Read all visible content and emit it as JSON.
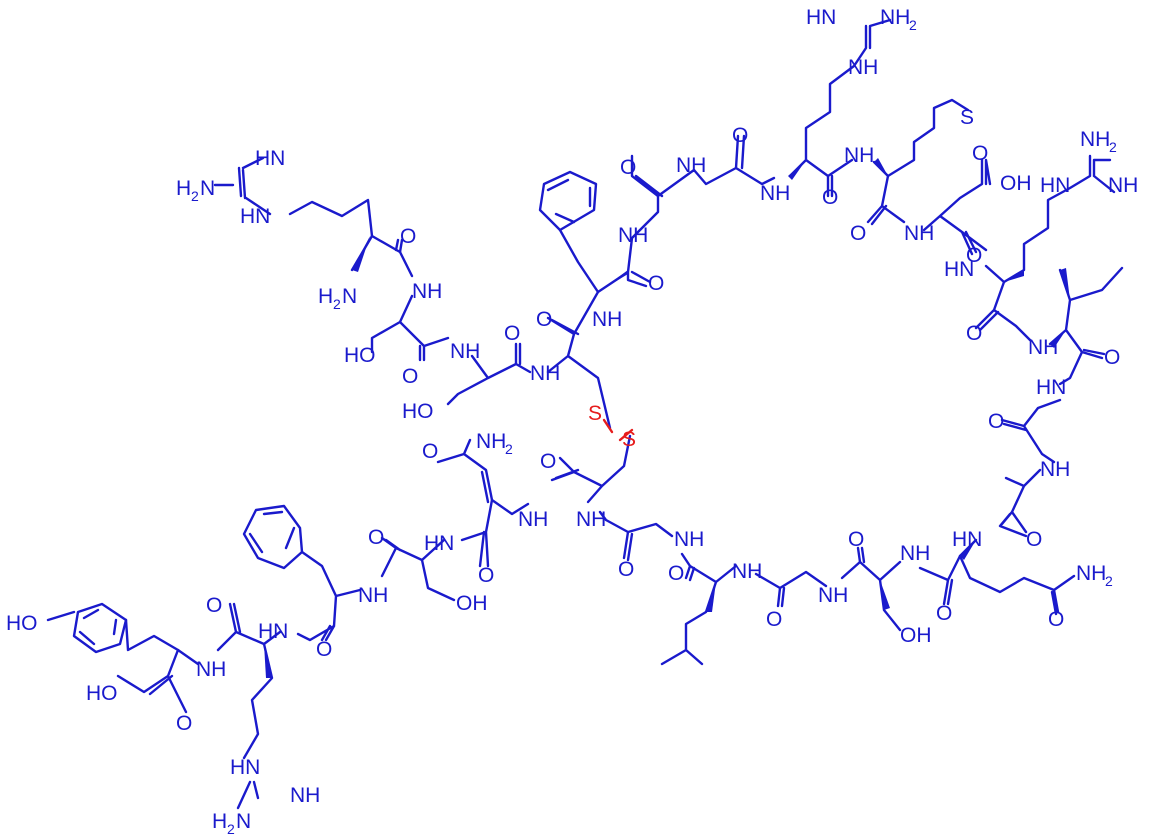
{
  "colors": {
    "bond": "#1a1acc",
    "atom_label": "#1a1acc",
    "sulfur_bridge": "#e61c1c",
    "background": "#ffffff"
  },
  "atoms": {
    "guan1_nh": "HN",
    "guan1_nh2_h": "H",
    "guan1_nh2_n": "N",
    "guan1_nh2_sub": "2",
    "guan1_nh_mid": "HN",
    "guan1_arg_nh2": "H",
    "guan1_arg_nh2_n": "N",
    "guan1_arg_nh2_sub": "2",
    "nterm_amine": "H",
    "nterm_amine_n": "N",
    "nterm_amine_sub": "2",
    "arg1_carbonyl_o": "O",
    "ser1_nh": "NH",
    "ser1_oh": "HO",
    "ser1_carbonyl_o": "O",
    "ser2_nh": "NH",
    "ser2_oh": "HO",
    "ser2_carbonyl_o": "O",
    "cys1_nh": "NH",
    "cys1_carbonyl_o": "O",
    "phe1_nh": "NH",
    "phe1_carbonyl_o": "O",
    "gly1_nh": "NH",
    "gly1_carbonyl_o": "O",
    "gly2_nh": "NH",
    "gly2_carbonyl_o": "O",
    "arg2_nh": "NH",
    "arg2_guan_nh": "HN",
    "arg2_guan_nh2": "NH",
    "arg2_guan_nh2_sub": "2",
    "arg2_side_nh": "NH",
    "arg2_carbonyl_o": "O",
    "met_nh": "NH",
    "met_s": "S",
    "met_carbonyl_o": "O",
    "asp_nh": "NH",
    "asp_oh": "OH",
    "asp_acid_o": "O",
    "asp_carbonyl_o": "O",
    "arg3_nh": "HN",
    "arg3_guan_nh2": "NH",
    "arg3_guan_nh2_sub": "2",
    "arg3_side_nh": "HN",
    "arg3_guan_nh": "NH",
    "arg3_carbonyl_o": "O",
    "ile_nh": "NH",
    "ile_carbonyl_o": "O",
    "gly3_nh": "HN",
    "gly3_carbonyl_o": "O",
    "ala_nh": "NH",
    "ala_carbonyl_o": "O",
    "gln_nh": "HN",
    "gln_amide_nh2": "NH",
    "gln_amide_nh2_sub": "2",
    "gln_amide_o": "O",
    "gln_carbonyl_o": "O",
    "ser3_nh": "NH",
    "ser3_oh": "OH",
    "ser3_carbonyl_o": "O",
    "gly4_nh": "NH",
    "gly4_carbonyl_o": "O",
    "leu_nh": "NH",
    "leu_carbonyl_o": "O",
    "gly5_nh": "NH",
    "gly5_carbonyl_o": "O",
    "cys2_nh": "NH",
    "cys2_carbonyl_o": "O",
    "s_left": "S",
    "s_right": "S",
    "asn_nh": "NH",
    "asn_amide_nh2": "NH",
    "asn_amide_nh2_sub": "2",
    "asn_amide_o": "O",
    "asn_carbonyl_o": "O",
    "ser4_nh": "HN",
    "ser4_oh": "OH",
    "ser4_carbonyl_o": "O",
    "phe2_nh": "NH",
    "phe2_carbonyl_o": "O",
    "arg4_nh": "HN",
    "arg4_carbonyl_o": "O",
    "arg4_side_nh": "HN",
    "arg4_guan_nh": "NH",
    "arg4_guan_nh2": "H",
    "arg4_guan_nh2_n": "N",
    "arg4_guan_nh2_sub": "2",
    "tyr_nh": "NH",
    "tyr_oh": "HO",
    "cterm_oh": "HO",
    "cterm_o": "O"
  }
}
